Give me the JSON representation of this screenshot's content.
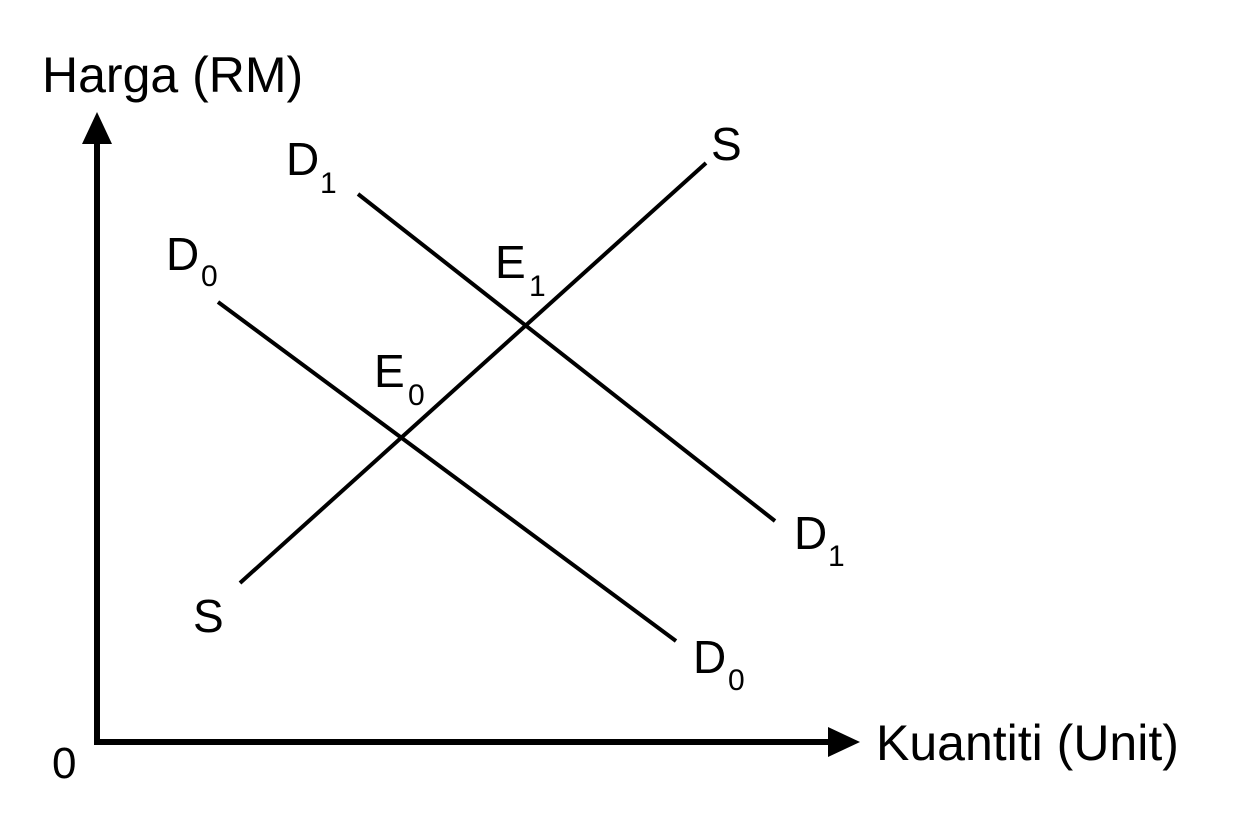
{
  "axes": {
    "y_title": "Harga (RM)",
    "x_title": "Kuantiti (Unit)",
    "origin": "0"
  },
  "curves": {
    "supply": {
      "top_label": "S",
      "bottom_label": "S"
    },
    "demand_0": {
      "label": "D",
      "subscript": "0"
    },
    "demand_1": {
      "label": "D",
      "subscript": "1"
    }
  },
  "equilibria": {
    "e0": {
      "label": "E",
      "subscript": "0"
    },
    "e1": {
      "label": "E",
      "subscript": "1"
    }
  },
  "colors": {
    "line": "#000000",
    "background": "#ffffff"
  }
}
